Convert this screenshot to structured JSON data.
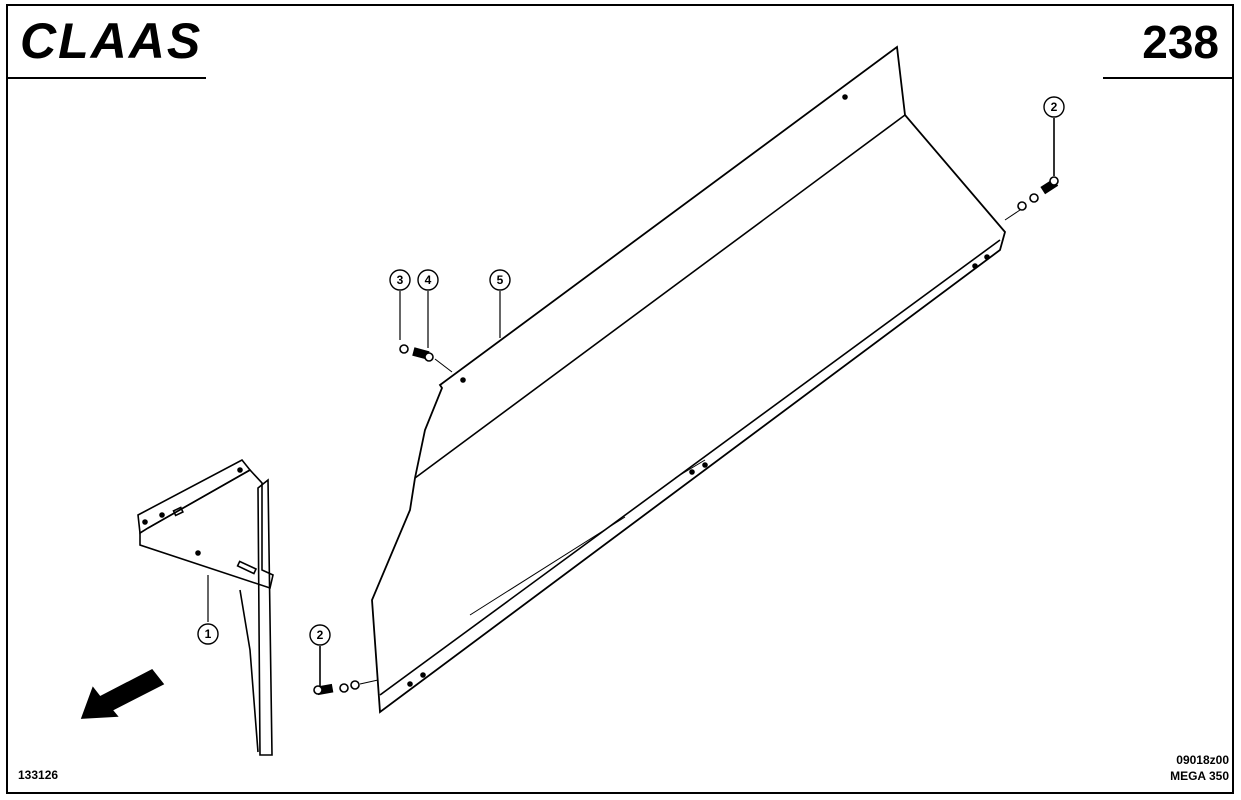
{
  "header": {
    "brand": "CLAAS",
    "page_number": "238"
  },
  "callouts": {
    "c1": "1",
    "c2a": "2",
    "c2b": "2",
    "c3": "3",
    "c4": "4",
    "c5": "5"
  },
  "footer": {
    "image_ref": "133126",
    "drawing_ref": "09018z00",
    "model": "MEGA 350"
  }
}
